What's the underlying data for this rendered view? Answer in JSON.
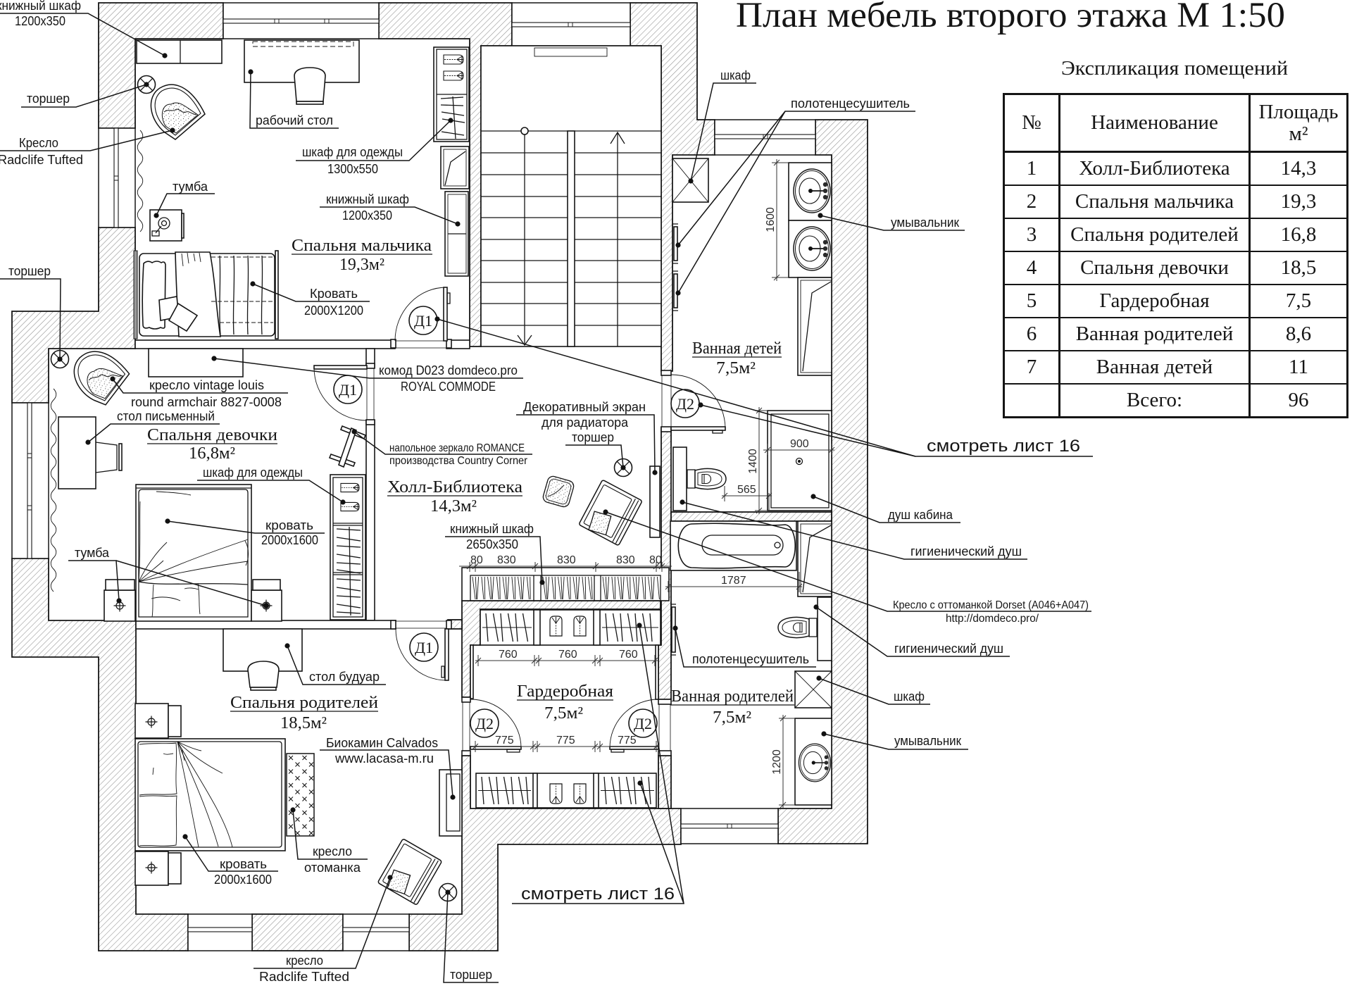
{
  "title": "План мебель второго этажа М 1:50",
  "explication": {
    "caption": "Экспликация помещений",
    "headers": {
      "number": "№",
      "name": "Наименование",
      "area_line1": "Площадь",
      "area_unit": "м²"
    },
    "rows": [
      {
        "number": "1",
        "name": "Холл-Библиотека",
        "area": "14,3"
      },
      {
        "number": "2",
        "name": "Спальня мальчика",
        "area": "19,3"
      },
      {
        "number": "3",
        "name": "Спальня родителей",
        "area": "16,8"
      },
      {
        "number": "4",
        "name": "Спальня девочки",
        "area": "18,5"
      },
      {
        "number": "5",
        "name": "Гардеробная",
        "area": "7,5"
      },
      {
        "number": "6",
        "name": "Ванная родителей",
        "area": "8,6"
      },
      {
        "number": "7",
        "name": "Ванная детей",
        "area": "11"
      },
      {
        "number": "",
        "name": "Всего:",
        "area": "96"
      }
    ]
  },
  "rooms": {
    "boy_bedroom": {
      "name": "Спальня мальчика",
      "area": "19,3м²"
    },
    "girl_bedroom": {
      "name": "Спальня девочки",
      "area": "16,8м²"
    },
    "hall_library": {
      "name": "Холл-Библиотека",
      "area": "14,3м²"
    },
    "walk_in_closet": {
      "name": "Гардеробная",
      "area": "7,5м²"
    },
    "children_bathroom": {
      "name": "Ванная детей",
      "area": "7,5м²"
    },
    "parents_bathroom": {
      "name": "Ванная родителей",
      "area": "7,5м²"
    },
    "parents_bedroom": {
      "name": "Спальня родителей",
      "area": "18,5м²"
    }
  },
  "doors": {
    "boy_bedroom": "Д1",
    "girl_bedroom": "Д1",
    "parents_bedroom": "Д1",
    "children_bathroom": "Д2",
    "closet_left": "Д2",
    "closet_right": "Д2"
  },
  "labels": {
    "bookcase_corner_boy": {
      "line1": "книжный шкаф",
      "line2": "1200x350"
    },
    "floor_lamp_boy": {
      "line1": "торшер"
    },
    "armchair_boy": {
      "line1": "Кресло",
      "line2": "Radclife Tufted"
    },
    "nightstand_boy": {
      "line1": "тумба"
    },
    "floor_lamp_girl": {
      "line1": "торшер"
    },
    "work_desk": {
      "line1": "рабочий стол"
    },
    "wardrobe_boy": {
      "line1": "шкаф для одежды",
      "line2": "1300x550"
    },
    "bookcase_boy": {
      "line1": "книжный шкаф",
      "line2": "1200x350"
    },
    "bed_boy": {
      "line1": "Кровать",
      "line2": "2000X1200"
    },
    "armchair_girl": {
      "line1": "кресло vintage louis",
      "line2": "round armchair 8827-0008"
    },
    "writing_desk": {
      "line1": "стол письменный"
    },
    "wardrobe_girl": {
      "line1": "шкаф для одежды"
    },
    "bed_girl": {
      "line1": "кровать",
      "line2": "2000x1600"
    },
    "nightstands_girl": {
      "line1": "тумба"
    },
    "commode": {
      "line1": "комод D023 domdeco.pro",
      "line2": "ROYAL COMMODE"
    },
    "radiator_screen": {
      "line1": "Декоративный экран",
      "line2": "для радиатора"
    },
    "floor_lamp_hall": {
      "line1": "торшер"
    },
    "floor_mirror": {
      "line1": "напольное зеркало ROMANCE",
      "line2": "производства Country Corner"
    },
    "bookcase_hall": {
      "line1": "книжный шкаф",
      "line2": "2650x350"
    },
    "cabinet_children_bath": {
      "line1": "шкаф"
    },
    "towel_dryer_children_bath": {
      "line1": "полотенцесушитель"
    },
    "washbasin_children_bath": {
      "line1": "умывальник"
    },
    "see_sheet_doors": {
      "line1": "смотреть лист 16"
    },
    "shower_cabin": {
      "line1": "душ кабина"
    },
    "hygienic_shower_children_bath": {
      "line1": "гигиенический душ"
    },
    "armchair_dorset": {
      "line1": "Кресло с оттоманкой Dorset (A046+A047)",
      "line2": "http://domdeco.pro/"
    },
    "hygienic_shower_parents_bath": {
      "line1": "гигиенический душ"
    },
    "towel_dryer_parents_bath": {
      "line1": "полотенцесушитель"
    },
    "cabinet_parents_bath": {
      "line1": "шкаф"
    },
    "washbasin_parents_bath": {
      "line1": "умывальник"
    },
    "boudoir_table": {
      "line1": "стол будуар"
    },
    "bio_fireplace": {
      "line1": "Биокамин Calvados",
      "line2": "www.lacasa-m.ru"
    },
    "ottoman_chair": {
      "line1": "кресло",
      "line2": "отоманка"
    },
    "bed_parents": {
      "line1": "кровать",
      "line2": "2000x1600"
    },
    "armchair_parents": {
      "line1": "кресло",
      "line2": "Radclife Tufted"
    },
    "floor_lamp_parents": {
      "line1": "торшер"
    },
    "see_sheet_closet": {
      "line1": "смотреть лист 16"
    }
  },
  "dimensions": {
    "hall_bookcase": [
      "80",
      "830",
      "830",
      "830",
      "80"
    ],
    "closet_upper": [
      "760",
      "760",
      "760"
    ],
    "closet_lower": [
      "775",
      "775",
      "775"
    ],
    "children_washbasins": "1600",
    "shower_width": "900",
    "shower_depth": "1400",
    "toilet_clearance": "565",
    "bathtub_length": "1787",
    "parents_washbasin": "1200"
  }
}
